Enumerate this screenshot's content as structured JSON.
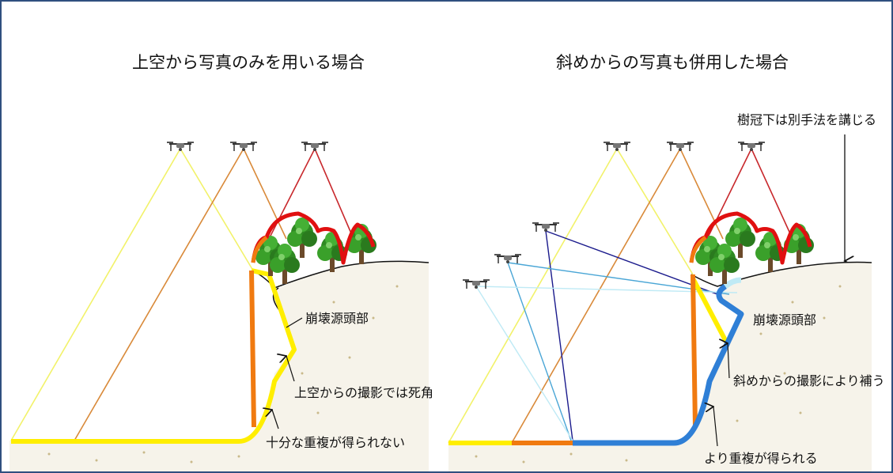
{
  "left_panel": {
    "title": "上空から写真のみを用いる場合",
    "labels": {
      "scarp": "崩壊源頭部",
      "blind_spot": "上空からの撮影では死角",
      "overlap": "十分な重複が得られない"
    }
  },
  "right_panel": {
    "title": "斜めからの写真も併用した場合",
    "labels": {
      "canopy_note": "樹冠下は別手法を講じる",
      "scarp": "崩壊源頭部",
      "oblique": "斜めからの撮影により補う",
      "overlap": "より重複が得られる"
    }
  },
  "colors": {
    "frame": "#2f4f7f",
    "ray_yellow": "#f2f26a",
    "ray_orange": "#d98a3a",
    "ray_red": "#c8282c",
    "ray_navy": "#1a1a8c",
    "ray_blue": "#4aa6d6",
    "ray_lightblue": "#bfeaf5",
    "coverage_yellow": "#ffee00",
    "coverage_orange": "#f07a10",
    "coverage_blue": "#2f7fd6",
    "canopy_outline": "#e01010",
    "tree_green": "#3a9a2a"
  },
  "icons": [
    "drone-icon",
    "tree-icon",
    "arrow-icon"
  ]
}
